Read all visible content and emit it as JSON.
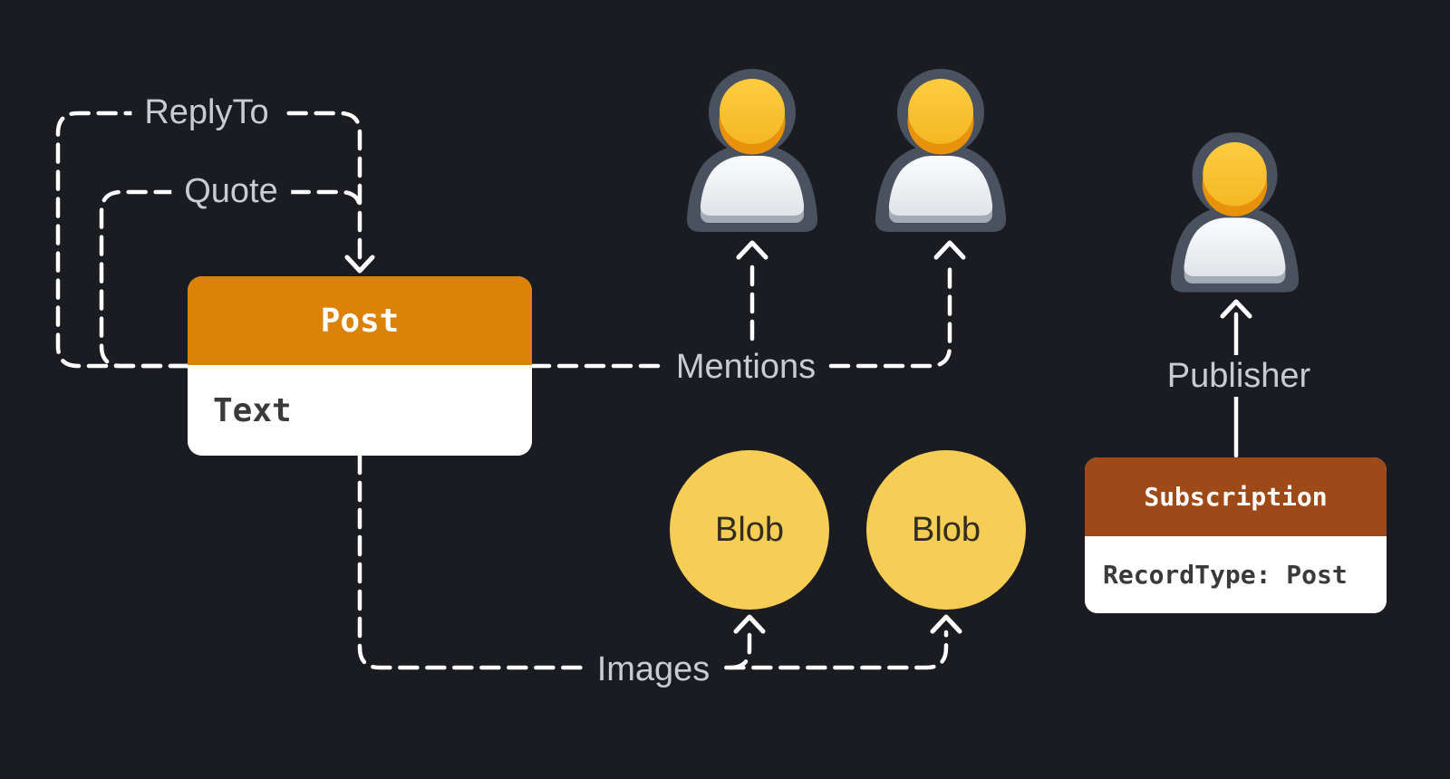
{
  "diagram": {
    "background_color": "#1B1C21",
    "labels": {
      "reply_to": "ReplyTo",
      "quote": "Quote",
      "mentions": "Mentions",
      "images": "Images",
      "publisher": "Publisher"
    },
    "post_card": {
      "title": "Post",
      "field": "Text",
      "header_color": "#DC8207",
      "body_color": "#FFFFFF"
    },
    "subscription_card": {
      "title": "Subscription",
      "field": "RecordType: Post",
      "header_color": "#9E4918",
      "body_color": "#FFFFFF"
    },
    "blobs": [
      {
        "label": "Blob"
      },
      {
        "label": "Blob"
      }
    ],
    "colors": {
      "connector_line": "#FFFFFF",
      "edge_label_text": "#C9CBD0",
      "blob_fill": "#F7CE55",
      "blob_text": "#322D1E",
      "card_body_text": "#3A3A3C",
      "user_outline": "#49525E",
      "user_head": "#F9C531",
      "user_head_shadow": "#E8920C",
      "user_torso_top": "#FBFCFE",
      "user_torso_bottom": "#E0E4E8",
      "user_torso_strip": "#A3ACB6"
    }
  }
}
